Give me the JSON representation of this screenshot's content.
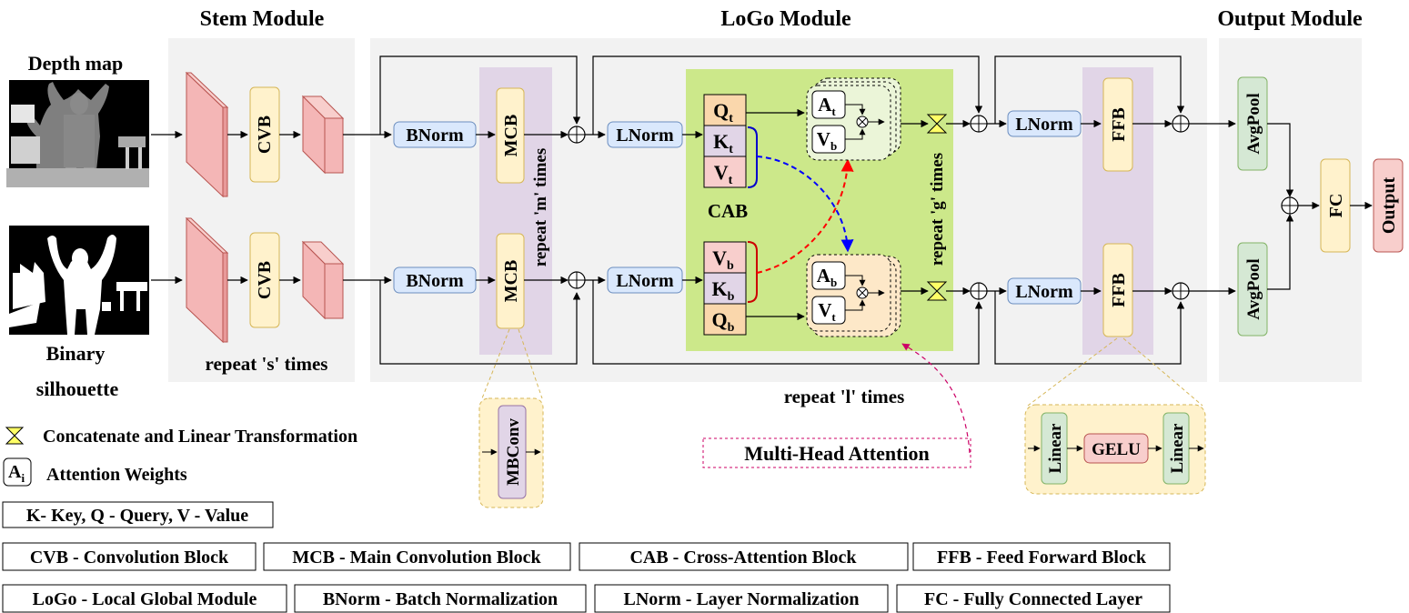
{
  "modules": {
    "stem": "Stem Module",
    "logo": "LoGo Module",
    "output": "Output Module"
  },
  "inputs": {
    "depth": "Depth map",
    "binary_line1": "Binary",
    "binary_line2": "silhouette"
  },
  "blocks": {
    "cvb": "CVB",
    "bnorm": "BNorm",
    "mcb": "MCB",
    "lnorm": "LNorm",
    "ffb": "FFB",
    "avgpool": "AvgPool",
    "fc": "FC",
    "output": "Output",
    "cab": "CAB",
    "mbconv": "MBConv",
    "linear": "Linear",
    "gelu": "GELU"
  },
  "tokens": {
    "top": [
      {
        "base": "Q",
        "sub": "t"
      },
      {
        "base": "K",
        "sub": "t"
      },
      {
        "base": "V",
        "sub": "t"
      }
    ],
    "bottom": [
      {
        "base": "V",
        "sub": "b"
      },
      {
        "base": "K",
        "sub": "b"
      },
      {
        "base": "Q",
        "sub": "b"
      }
    ],
    "attn_top": [
      {
        "base": "A",
        "sub": "t"
      },
      {
        "base": "V",
        "sub": "b"
      }
    ],
    "attn_bottom": [
      {
        "base": "A",
        "sub": "b"
      },
      {
        "base": "V",
        "sub": "t"
      }
    ]
  },
  "repeats": {
    "s": "repeat 's' times",
    "m": "repeat 'm' times",
    "g": "repeat 'g' times",
    "l": "repeat 'l' times"
  },
  "mha_label": "Multi-Head Attention",
  "legend": {
    "concat": "Concatenate and Linear Transformation",
    "attention_weights": "Attention Weights",
    "attention_icon_base": "A",
    "attention_icon_sub": "i",
    "kqv": "K- Key, Q - Query, V - Value",
    "row1": [
      "CVB - Convolution Block",
      "MCB - Main Convolution Block",
      "CAB - Cross-Attention Block",
      "FFB - Feed Forward Block"
    ],
    "row2": [
      "LoGo - Local Global Module",
      "BNorm - Batch Normalization",
      "LNorm - Layer Normalization",
      "FC - Fully Connected Layer"
    ]
  },
  "colors": {
    "module_bg": "#f2f2f2",
    "cvb_fill": "#fff2cc",
    "cvb_stroke": "#d6b656",
    "norm_fill": "#dae8fc",
    "norm_stroke": "#6c8ebf",
    "mcb_band": "#e1d5e7",
    "cab_bg": "#cce88a",
    "q_fill": "#fad7ac",
    "k_fill": "#e1d5e7",
    "v_fill": "#f8cecc",
    "pool_fill": "#d5e8d4",
    "pool_stroke": "#82b366",
    "out_fill": "#f8cecc",
    "out_stroke": "#b85450",
    "prism": "#f4b6b6",
    "prism_stroke": "#b85450",
    "red_arrow": "#ff0000",
    "blue_arrow": "#0000ff",
    "pink_arrow": "#cc0066"
  }
}
